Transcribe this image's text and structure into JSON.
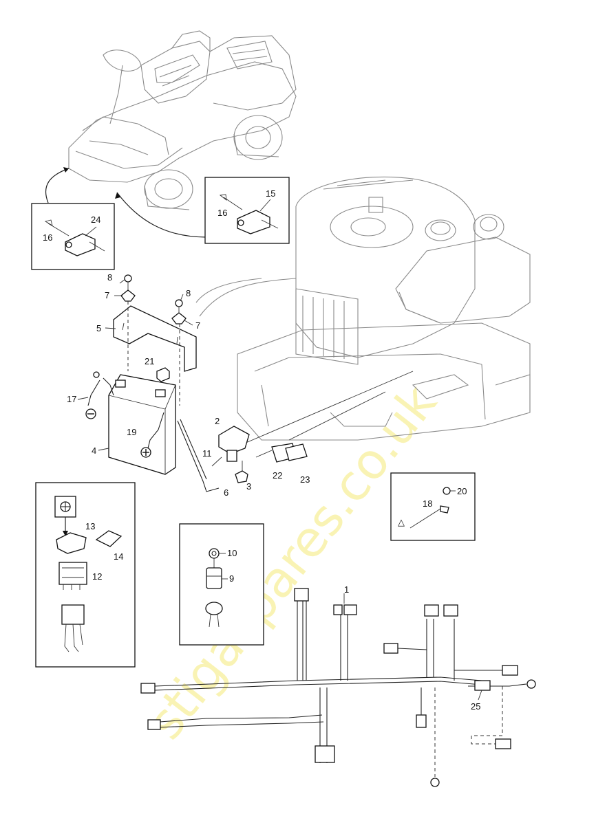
{
  "watermark": "stigaspares.co.uk",
  "part_numbers": {
    "p1": "1",
    "p2": "2",
    "p3": "3",
    "p4": "4",
    "p5": "5",
    "p6": "6",
    "p7a": "7",
    "p7b": "7",
    "p8a": "8",
    "p8b": "8",
    "p9": "9",
    "p10": "10",
    "p11": "11",
    "p12": "12",
    "p13": "13",
    "p14": "14",
    "p15": "15",
    "p16a": "16",
    "p16b": "16",
    "p17": "17",
    "p18": "18",
    "p19": "19",
    "p20": "20",
    "p21": "21",
    "p22": "22",
    "p23": "23",
    "p24": "24",
    "p25": "25"
  },
  "symbols": {
    "negative": "−",
    "positive": "+",
    "warning": "△"
  }
}
